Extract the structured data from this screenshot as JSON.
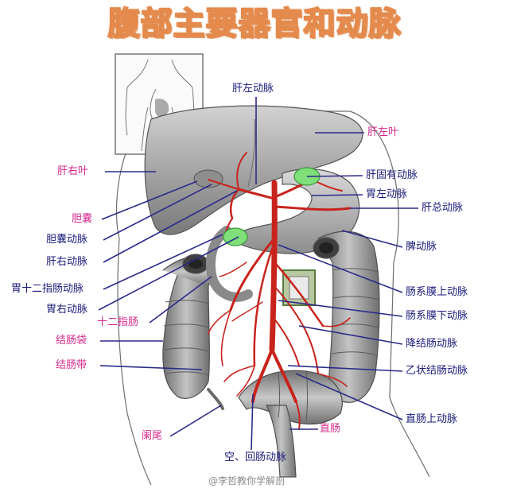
{
  "title": "腹部主要器官和动脉",
  "labels": {
    "gan_zuo_dongmai": "肝左动脉",
    "gan_zuo_ye": "肝左叶",
    "gan_you_ye": "肝右叶",
    "gan_gu_you_dongmai": "肝固有动脉",
    "wei_zuo_dongmai": "胃左动脉",
    "gan_zong_dongmai": "肝总动脉",
    "dan_nang": "胆囊",
    "dan_nang_dongmai": "胆囊动脉",
    "pi_dongmai": "脾动脉",
    "gan_you_dongmai": "肝右动脉",
    "wei_shier_zhi_chang_dongmai": "胃十二指肠动脉",
    "chang_xi_mo_shang_dongmai": "肠系膜上动脉",
    "wei_you_dongmai": "胃右动脉",
    "chang_xi_mo_xia_dongmai": "肠系膜下动脉",
    "shier_zhi_chang": "十二指肠",
    "jiang_jie_chang_dongmai": "降结肠动脉",
    "jie_chang_dai_pouch": "结肠袋",
    "yi_zhuang_jie_chang_dongmai": "乙状结肠动脉",
    "jie_chang_dai_band": "结肠带",
    "zhi_chang_shang_dongmai": "直肠上动脉",
    "lan_wei": "阑尾",
    "zhi_chang": "直肠",
    "kong_hui_chang_dongmai": "空、回肠动脉"
  },
  "watermark": "@李哲教你学解剖",
  "colors": {
    "organ_label": "#d6288c",
    "artery_label": "#1a1a7a",
    "leader_line": "#2a2a8a",
    "artery": "#c8231c",
    "organ_gray": "#9a9a9a",
    "title_fill": "#fff2d8",
    "title_stroke": "#e38a4c",
    "marker_green": "#7fe07a"
  }
}
